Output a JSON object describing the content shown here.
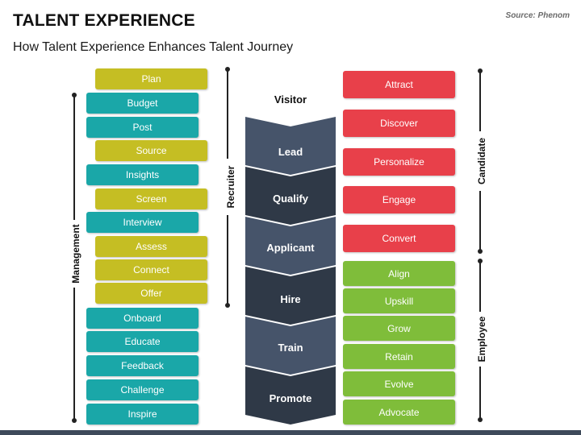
{
  "header": {
    "title": "TALENT EXPERIENCE",
    "subtitle": "How Talent Experience Enhances Talent Journey",
    "source": "Source: Phenom"
  },
  "left_items": [
    {
      "label": "Plan",
      "color": "olive"
    },
    {
      "label": "Budget",
      "color": "teal"
    },
    {
      "label": "Post",
      "color": "teal"
    },
    {
      "label": "Source",
      "color": "olive"
    },
    {
      "label": "Insights",
      "color": "teal"
    },
    {
      "label": "Screen",
      "color": "olive"
    },
    {
      "label": "Interview",
      "color": "teal"
    },
    {
      "label": "Assess",
      "color": "olive"
    },
    {
      "label": "Connect",
      "color": "olive"
    },
    {
      "label": "Offer",
      "color": "olive"
    },
    {
      "label": "Onboard",
      "color": "teal"
    },
    {
      "label": "Educate",
      "color": "teal"
    },
    {
      "label": "Feedback",
      "color": "teal"
    },
    {
      "label": "Challenge",
      "color": "teal"
    },
    {
      "label": "Inspire",
      "color": "teal"
    }
  ],
  "left_labels": {
    "management": "Management",
    "recruiter": "Recruiter"
  },
  "center": {
    "visitor": "Visitor",
    "stages": [
      "Lead",
      "Qualify",
      "Applicant",
      "Hire",
      "Train",
      "Promote"
    ]
  },
  "right_candidate": [
    "Attract",
    "Discover",
    "Personalize",
    "Engage",
    "Convert"
  ],
  "right_employee": [
    "Align",
    "Upskill",
    "Grow",
    "Retain",
    "Evolve",
    "Advocate"
  ],
  "right_labels": {
    "candidate": "Candidate",
    "employee": "Employee"
  },
  "colors": {
    "teal": "#1aa7a8",
    "olive": "#c5be23",
    "red": "#e8404a",
    "green": "#7fbd3a",
    "chevron_light": "#46546a",
    "chevron_dark": "#2f3947"
  }
}
